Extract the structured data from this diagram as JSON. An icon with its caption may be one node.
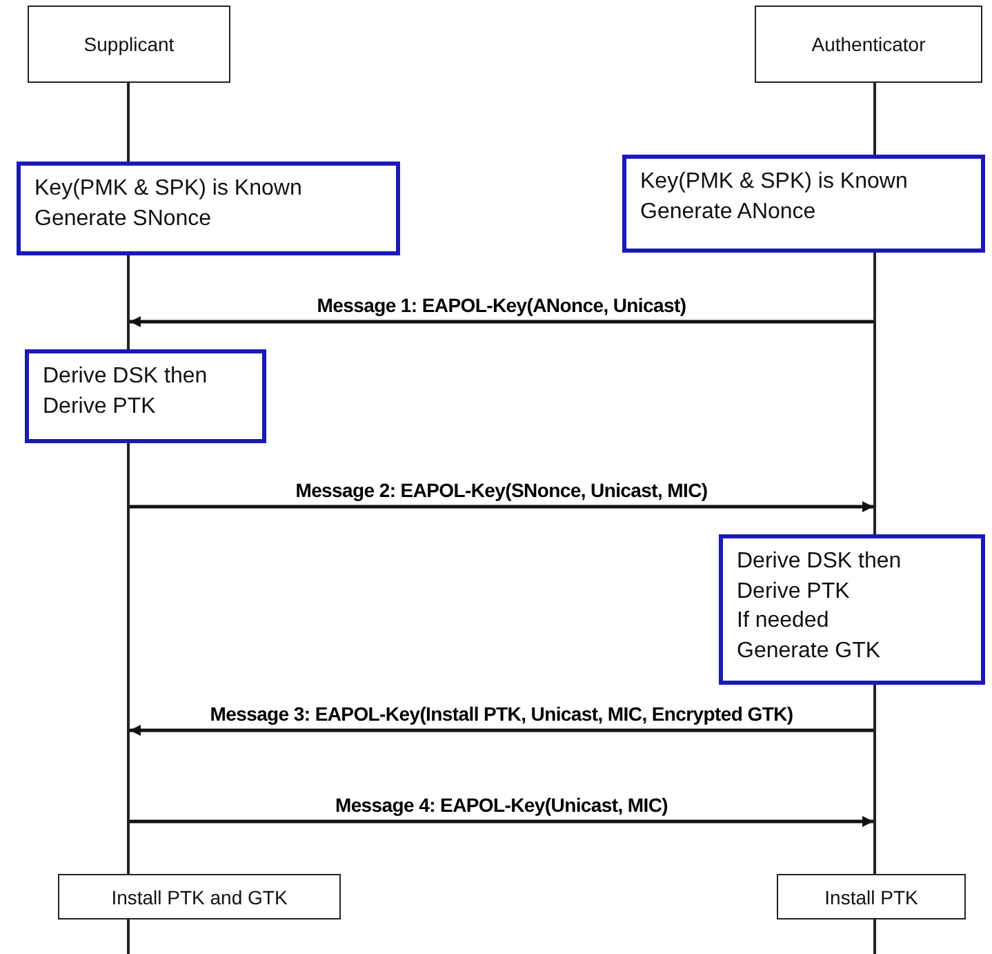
{
  "diagram": {
    "nodes": [
      {
        "text": [
          "Supplicant"
        ]
      },
      {
        "text": [
          "Authenticator"
        ]
      },
      {
        "text": [
          "Key(PMK & SPK) is Known",
          "Generate SNonce"
        ]
      },
      {
        "text": [
          "Key(PMK & SPK) is Known",
          "Generate ANonce"
        ]
      },
      {
        "text": [
          "Derive DSK then Derive PTK"
        ]
      },
      {
        "text": [
          "Derive DSK then Derive PTK",
          "If needed Generate GTK"
        ]
      },
      {
        "text": [
          "Install PTK and GTK"
        ]
      },
      {
        "text": [
          "Install PTK"
        ]
      },
      {
        "text": [],
        "shape": "bar"
      },
      {
        "text": [],
        "shape": "bar"
      }
    ],
    "edges": [
      {
        "from": 9,
        "to": 8,
        "arrow": "to",
        "label": "Message 1: EAPOL-Key(ANonce, Unicast)"
      },
      {
        "from": 8,
        "to": 9,
        "arrow": "to",
        "label": "Message 2: EAPOL-Key(SNonce, Unicast, MIC)"
      },
      {
        "from": 9,
        "to": 8,
        "arrow": "to",
        "label": "Message 3: EAPOL-Key(Install PTK, Unicast, MIC, Encrypted GTK)"
      },
      {
        "from": 8,
        "to": 9,
        "arrow": "to",
        "label": "Message 4: EAPOL-Key(Unicast, MIC)"
      }
    ]
  }
}
